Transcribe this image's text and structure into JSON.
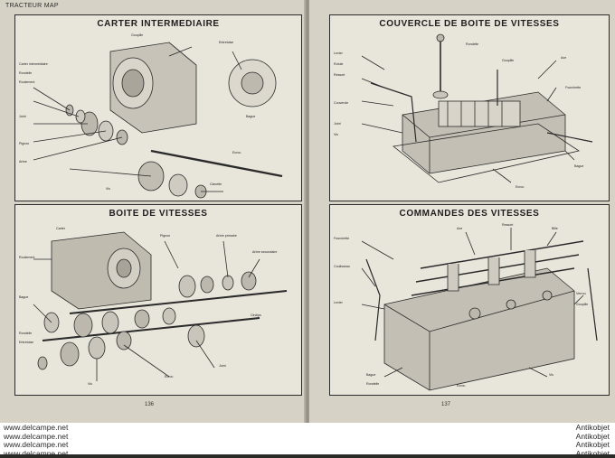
{
  "running_head": "TRACTEUR MAP",
  "panels": {
    "top_left": {
      "title": "CARTER INTERMEDIAIRE",
      "callouts": [
        "Carter intermédiaire",
        "Rondelle",
        "Roulement",
        "Joint",
        "Pignon",
        "Arbre",
        "Goupille",
        "Entretoise",
        "Bague",
        "Ecrou",
        "Vis",
        "Clavette"
      ]
    },
    "top_right": {
      "title": "COUVERCLE DE BOITE DE VITESSES",
      "callouts": [
        "Levier",
        "Rotule",
        "Ressort",
        "Couvercle",
        "Joint",
        "Vis",
        "Rondelle",
        "Goupille",
        "Axe",
        "Fourchette",
        "Bague",
        "Ecrou"
      ]
    },
    "bottom_left": {
      "title": "BOITE DE VITESSES",
      "callouts": [
        "Carter",
        "Pignon",
        "Arbre primaire",
        "Arbre secondaire",
        "Roulement",
        "Bague",
        "Rondelle",
        "Entretoise",
        "Circlips",
        "Joint",
        "Ecrou",
        "Vis"
      ]
    },
    "bottom_right": {
      "title": "COMMANDES DES VITESSES",
      "callouts": [
        "Fourchette",
        "Coulisseau",
        "Levier",
        "Axe",
        "Ressort",
        "Bille",
        "Verrou",
        "Goupille",
        "Vis",
        "Bague",
        "Rondelle",
        "Ecrou"
      ]
    }
  },
  "folios": {
    "left": "136",
    "right": "137"
  },
  "watermarks": {
    "left": [
      "www.delcampe.net",
      "www.delcampe.net",
      "www.delcampe.net",
      "www.delcampe.net"
    ],
    "right": [
      "Antikobjet",
      "Antikobjet",
      "Antikobjet",
      "Antikobjet"
    ]
  }
}
